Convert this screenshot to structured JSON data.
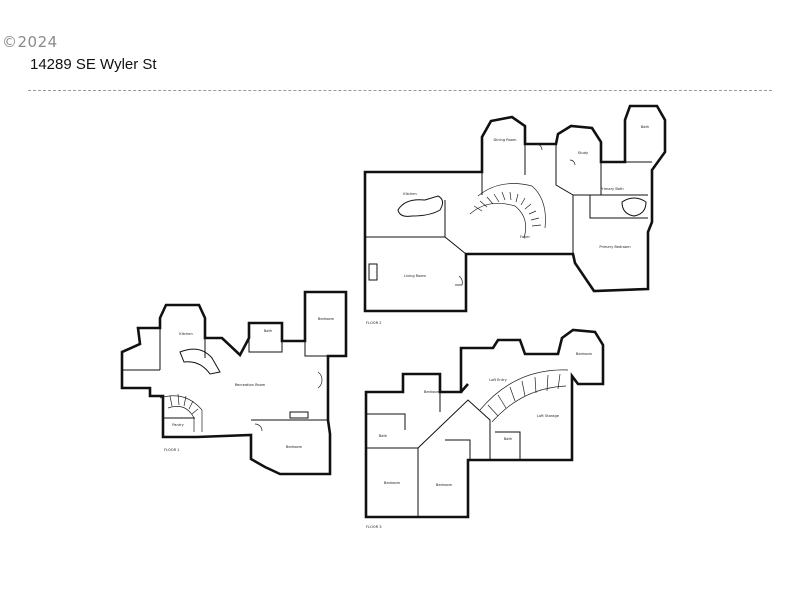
{
  "header": {
    "copyright": "©2024",
    "address": "14289 SE Wyler St"
  },
  "floors": [
    {
      "id": "floor-1",
      "label": "FLOOR 1",
      "rooms": [
        "Kitchen",
        "Bath",
        "Bedroom",
        "Recreation Room",
        "Pantry",
        "Bedroom"
      ]
    },
    {
      "id": "floor-2",
      "label": "FLOOR 2",
      "rooms": [
        "Dining Room",
        "Study",
        "Bath",
        "Kitchen",
        "Foyer",
        "Living Room",
        "Primary Bath",
        "Primary Bedroom"
      ]
    },
    {
      "id": "floor-3",
      "label": "FLOOR 3",
      "rooms": [
        "Bedroom",
        "Bedroom",
        "Loft Entry",
        "Bath",
        "Bath",
        "Bedroom",
        "Bedroom",
        "Loft Storage"
      ]
    }
  ]
}
